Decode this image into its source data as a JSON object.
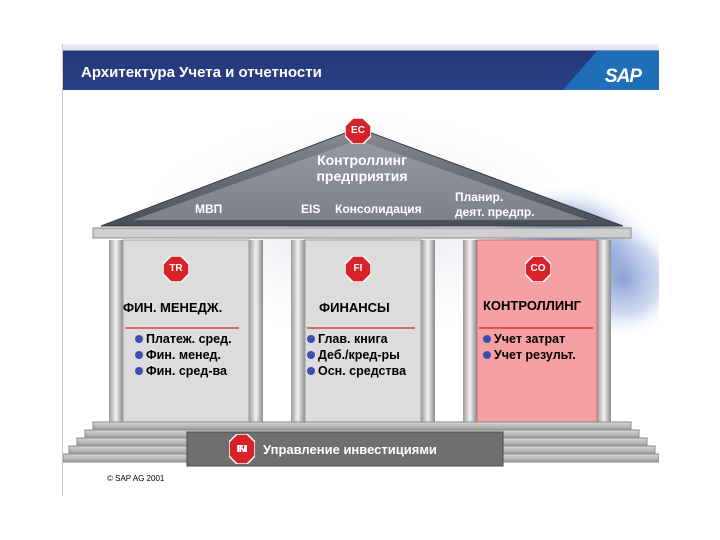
{
  "header": {
    "title": "Архитектура Учета и отчетности",
    "logo_text": "SAP"
  },
  "roof": {
    "badge": "EC",
    "title_line1": "Контроллинг",
    "title_line2": "предприятия",
    "items": [
      "МВП",
      "EIS",
      "Консолидация",
      "Планир.",
      "деят. предпр."
    ]
  },
  "pillars": [
    {
      "badge": "TR",
      "title": "ФИН. МЕНЕДЖ.",
      "items": [
        "Платеж. сред.",
        "Фин. менед.",
        "Фин. сред-ва"
      ]
    },
    {
      "badge": "FI",
      "title": "ФИНАНСЫ",
      "items": [
        "Глав. книга",
        "Деб./кред-ры",
        "Осн. средства"
      ]
    },
    {
      "badge": "CO",
      "title": "КОНТРОЛЛИНГ",
      "items": [
        "Учет затрат",
        "Учет результ."
      ]
    }
  ],
  "base": {
    "badge_line1": "FI",
    "badge_line2": "IM",
    "label": "Управление инвестициями"
  },
  "footer": {
    "copyright": "© SAP AG 2001"
  },
  "colors": {
    "title_bar": "#2b3f86",
    "badge": "#d8222a",
    "controlling_pillar": "#f7a0a4",
    "bullet": "#3b4fb3"
  }
}
